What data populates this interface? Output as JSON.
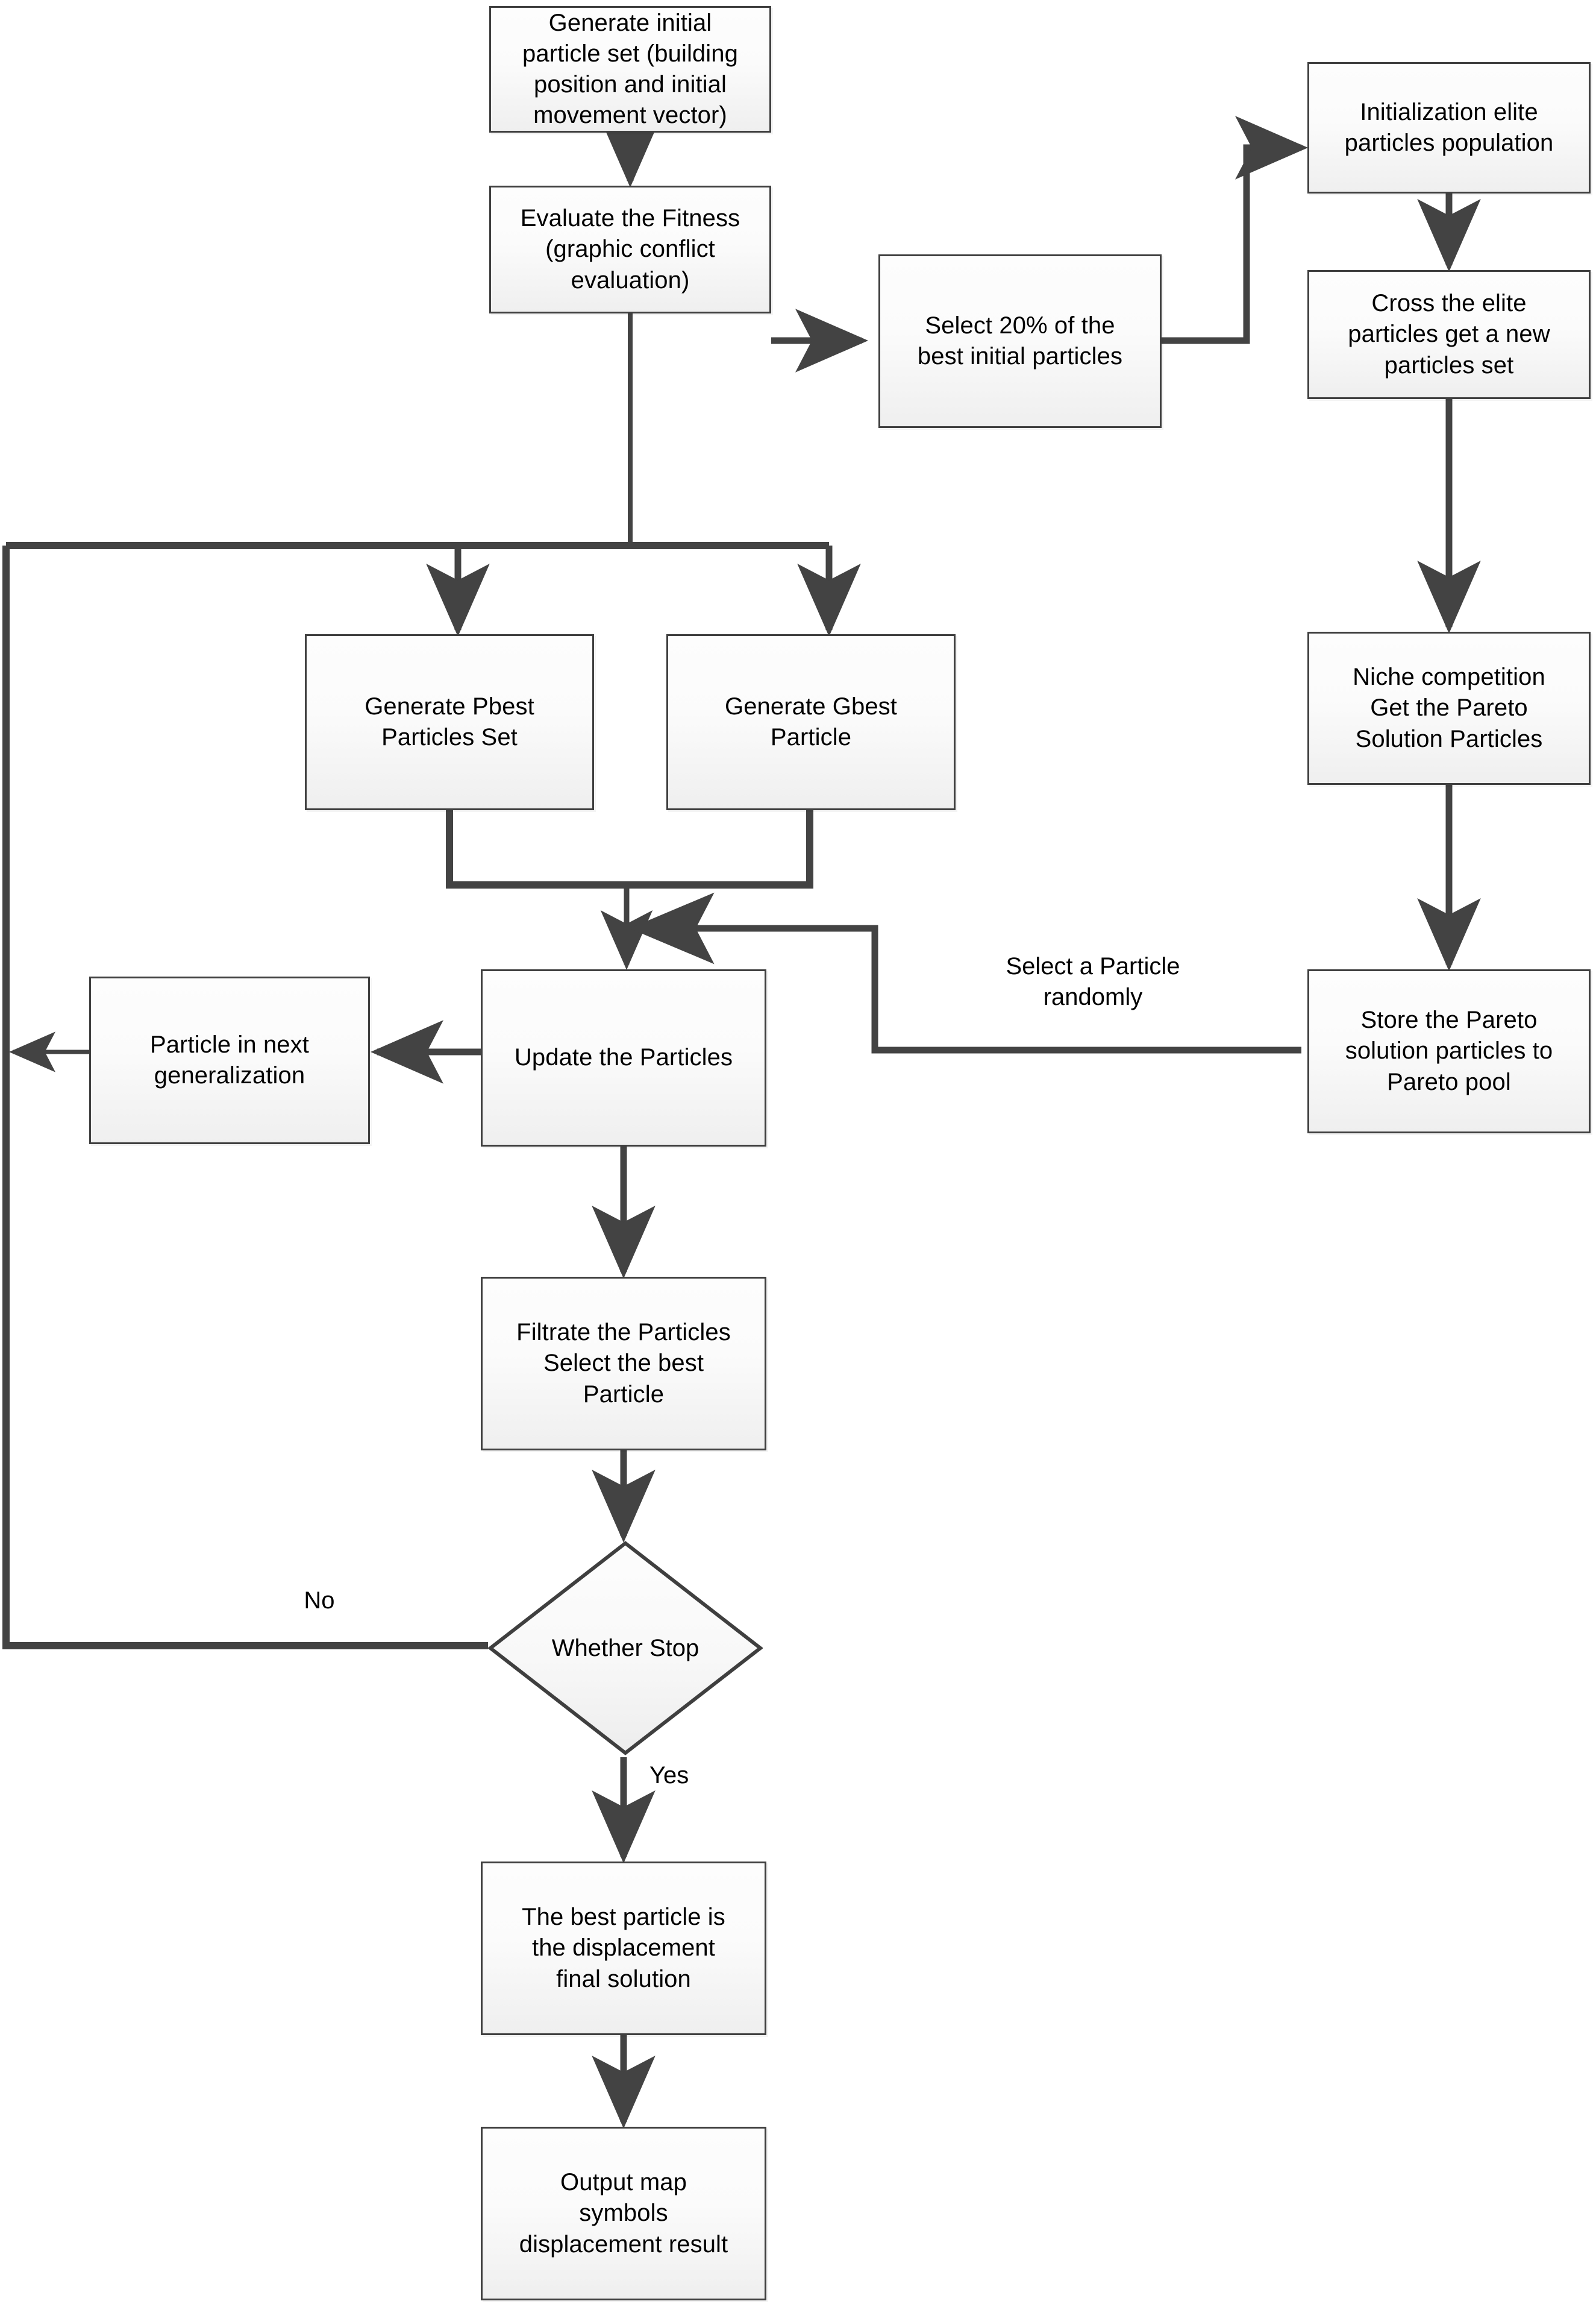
{
  "diagram": {
    "type": "flowchart",
    "title": "Multi-objective PSO map symbol displacement flowchart",
    "colors": {
      "node_border": "#3f3f3f",
      "node_fill_top": "#fdfdfd",
      "node_fill_bottom": "#efefef",
      "edge": "#434343",
      "text": "#000000",
      "background": "#ffffff"
    },
    "nodes": [
      {
        "id": "generate-initial-particle-set",
        "shape": "rect",
        "label": "Generate initial\nparticle set (building\nposition and initial\nmovement vector)"
      },
      {
        "id": "evaluate-the-fitness",
        "shape": "rect",
        "label": "Evaluate the Fitness\n(graphic conflict\nevaluation)"
      },
      {
        "id": "select-20-percent-best-initial-particles",
        "shape": "rect",
        "label": "Select 20% of the\nbest initial particles"
      },
      {
        "id": "initialization-elite-particles-population",
        "shape": "rect",
        "label": "Initialization elite\nparticles population"
      },
      {
        "id": "cross-the-elite-particles",
        "shape": "rect",
        "label": "Cross the elite\nparticles get a new\nparticles set"
      },
      {
        "id": "niche-competition-pareto-solution",
        "shape": "rect",
        "label": "Niche competition\nGet the Pareto\nSolution Particles"
      },
      {
        "id": "store-pareto-solution-particles",
        "shape": "rect",
        "label": "Store the Pareto\nsolution particles to\nPareto pool"
      },
      {
        "id": "generate-pbest-particles-set",
        "shape": "rect",
        "label": "Generate Pbest\nParticles Set"
      },
      {
        "id": "generate-gbest-particle",
        "shape": "rect",
        "label": "Generate Gbest\nParticle"
      },
      {
        "id": "update-the-particles",
        "shape": "rect",
        "label": "Update the Particles"
      },
      {
        "id": "particle-in-next-generalization",
        "shape": "rect",
        "label": "Particle in next\ngeneralization"
      },
      {
        "id": "filtrate-the-particles",
        "shape": "rect",
        "label": "Filtrate the Particles\nSelect the best\nParticle"
      },
      {
        "id": "whether-stop",
        "shape": "diamond",
        "label": "Whether Stop"
      },
      {
        "id": "best-particle-final-solution",
        "shape": "rect",
        "label": "The best particle is\nthe displacement\nfinal solution"
      },
      {
        "id": "output-map-symbols-displacement-result",
        "shape": "rect",
        "label": "Output map\nsymbols\ndisplacement result"
      }
    ],
    "edge_labels": [
      {
        "id": "select-a-particle-randomly",
        "label": "Select a Particle\nrandomly"
      },
      {
        "id": "branch-no",
        "label": "No"
      },
      {
        "id": "branch-yes",
        "label": "Yes"
      }
    ],
    "edges": [
      {
        "from": "generate-initial-particle-set",
        "to": "evaluate-the-fitness"
      },
      {
        "from": "evaluate-the-fitness",
        "to": "select-20-percent-best-initial-particles"
      },
      {
        "from": "select-20-percent-best-initial-particles",
        "to": "initialization-elite-particles-population"
      },
      {
        "from": "initialization-elite-particles-population",
        "to": "cross-the-elite-particles"
      },
      {
        "from": "cross-the-elite-particles",
        "to": "niche-competition-pareto-solution"
      },
      {
        "from": "niche-competition-pareto-solution",
        "to": "store-pareto-solution-particles"
      },
      {
        "from": "store-pareto-solution-particles",
        "to": "update-the-particles",
        "label": "Select a Particle randomly"
      },
      {
        "from": "evaluate-the-fitness",
        "to": "generate-pbest-particles-set"
      },
      {
        "from": "evaluate-the-fitness",
        "to": "generate-gbest-particle"
      },
      {
        "from": "generate-pbest-particles-set",
        "to": "update-the-particles"
      },
      {
        "from": "generate-gbest-particle",
        "to": "update-the-particles"
      },
      {
        "from": "update-the-particles",
        "to": "particle-in-next-generalization"
      },
      {
        "from": "particle-in-next-generalization",
        "to": "evaluate-the-fitness"
      },
      {
        "from": "update-the-particles",
        "to": "filtrate-the-particles"
      },
      {
        "from": "filtrate-the-particles",
        "to": "whether-stop"
      },
      {
        "from": "whether-stop",
        "to": "evaluate-the-fitness",
        "label": "No"
      },
      {
        "from": "whether-stop",
        "to": "best-particle-final-solution",
        "label": "Yes"
      },
      {
        "from": "best-particle-final-solution",
        "to": "output-map-symbols-displacement-result"
      }
    ]
  }
}
